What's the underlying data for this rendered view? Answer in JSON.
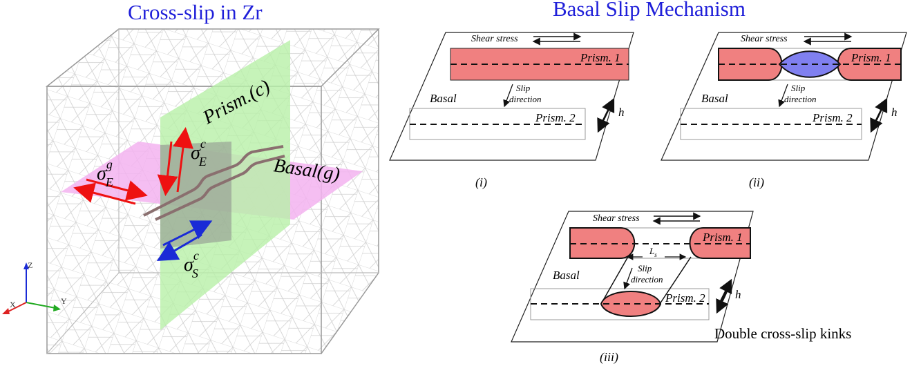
{
  "left_panel": {
    "title": "Cross-slip in Zr",
    "planes": {
      "prism": "Prism.(c)",
      "basal": "Basal(g)"
    },
    "stresses": [
      {
        "symbol": "σ",
        "sup": "g",
        "sub": "E"
      },
      {
        "symbol": "σ",
        "sup": "c",
        "sub": "E"
      },
      {
        "symbol": "σ",
        "sup": "c",
        "sub": "S"
      }
    ],
    "axes": {
      "z": "Z",
      "x": "X",
      "y": "Y"
    },
    "colors": {
      "prism_plane": "#b8f0a8",
      "basal_plane": "#f3b3f0",
      "stress_red": "#ee1111",
      "stress_blue": "#1a2bd6",
      "dislocation": "#8a6f6f"
    }
  },
  "right_panel": {
    "title": "Basal Slip Mechanism",
    "diagrams": [
      {
        "caption": "(i)",
        "shear_stress": "Shear stress",
        "prism1": "Prism. 1",
        "prism2": "Prism. 2",
        "basal": "Basal",
        "slip_line1": "Slip",
        "slip_line2": "direction",
        "h": "h"
      },
      {
        "caption": "(ii)",
        "shear_stress": "Shear stress",
        "prism1": "Prism. 1",
        "prism2": "Prism. 2",
        "basal": "Basal",
        "slip_line1": "Slip",
        "slip_line2": "direction",
        "h": "h"
      },
      {
        "caption": "(iii)",
        "shear_stress": "Shear stress",
        "prism1": "Prism. 1",
        "prism2": "Prism. 2",
        "basal": "Basal",
        "slip_line1": "Slip",
        "slip_line2": "direction",
        "h": "h",
        "ls": "L",
        "ls_sub": "s",
        "note": "Double cross-slip kinks"
      }
    ],
    "colors": {
      "prism_fill": "#f08080",
      "basal_lobe": "#8080f0",
      "title": "#1f1fd9"
    }
  }
}
